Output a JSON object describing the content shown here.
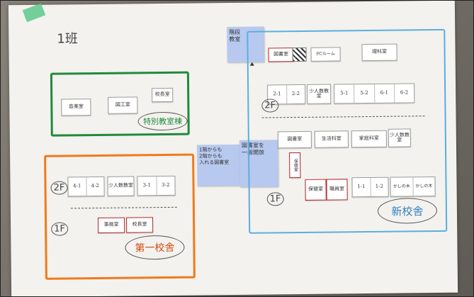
{
  "poster": {
    "group_label": "1班"
  },
  "old_building": {
    "label": "第一校舎",
    "floor_2f": "2F",
    "floor_1f": "1F",
    "rooms_2f": [
      "4-1",
      "4-2"
    ],
    "rooms_2f_b": "少人数教室",
    "rooms_2f_c": [
      "3-1",
      "3-2"
    ],
    "rooms_1f": [
      "事務室",
      "校長室"
    ]
  },
  "special_building": {
    "label": "特別教室棟",
    "rooms": [
      "音楽室",
      "図工室",
      "校長室"
    ]
  },
  "new_building": {
    "label": "新校舎",
    "floor_2f": "2F",
    "floor_1f": "1F",
    "top_rooms": [
      "図書室",
      "PCルーム",
      "理科室"
    ],
    "rooms_2f_a": [
      "2-1",
      "2-2"
    ],
    "rooms_2f_b": "少人数教室",
    "rooms_2f_c": [
      "5-1",
      "5-2",
      "6-1",
      "6-2"
    ],
    "rooms_1f_top": [
      "図書室",
      "生活科室",
      "家庭科室",
      "少人数教室"
    ],
    "side_room": "保健室",
    "rooms_1f_bottom": [
      "保健室",
      "職員室"
    ],
    "rooms_1f_pair": [
      "1-1",
      "1-2"
    ],
    "rooms_1f_end": [
      "かしの木",
      "かしの木"
    ]
  },
  "stickies": {
    "top": "階段\n教室",
    "left": "1階からも\n2階からも\n入れる図書室",
    "right": "図書室を\n一般開放"
  },
  "colors": {
    "green": "#1f8a3b",
    "orange": "#f07a1a",
    "blue": "#5aaee0",
    "sticky": "#b7c9ef"
  }
}
